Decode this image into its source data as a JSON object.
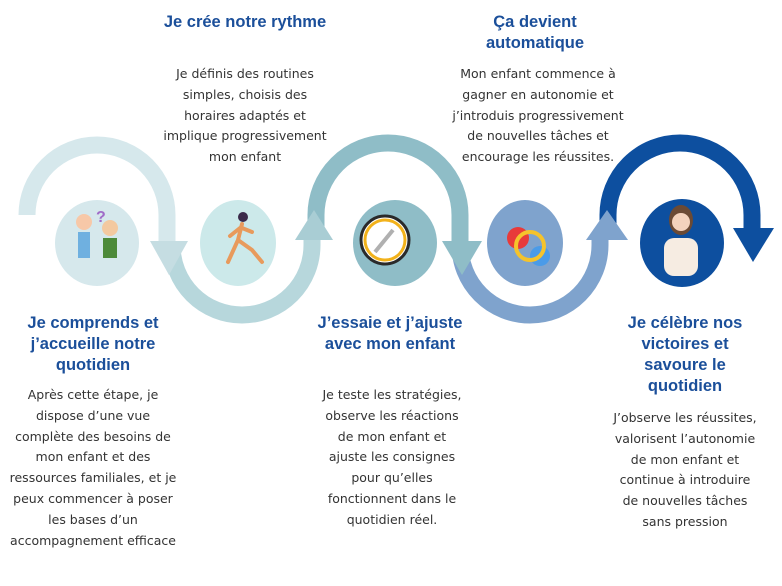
{
  "steps": [
    {
      "title": "Je comprends et j’accueille notre quotidien",
      "text": "Après cette étape, je dispose d’une vue complète des besoins de mon enfant et des ressources familiales, et je peux commencer à poser les bases d’un accompagnement efficace",
      "icon": "confused-people-icon",
      "color": "#d6e8ec"
    },
    {
      "title": "Je crée notre rythme",
      "text": "Je définis  des routines simples, choisis des horaires adaptés et implique progressivement mon enfant",
      "icon": "running-woman-icon",
      "color": "#b7d7dc"
    },
    {
      "title": "J’essaie et j’ajuste avec mon enfant",
      "text": "Je teste les stratégies, observe les réactions de mon enfant et ajuste les consignes pour qu’elles fonctionnent dans le quotidien réel.",
      "icon": "wrench-icon",
      "color": "#8fbdc7"
    },
    {
      "title": "Ça devient automatique",
      "text": "Mon enfant commence à gagner en autonomie et j’introduis progressivement de nouvelles tâches et encourage les réussites.",
      "icon": "gears-cycle-icon",
      "color": "#7fa3cd"
    },
    {
      "title": "Je célèbre nos victoires et savoure le quotidien",
      "text": "J’observe les réussites, valorisent l’autonomie de mon enfant et continue à introduire de nouvelles tâches sans pression",
      "icon": "calm-woman-icon",
      "color": "#0d4f9f"
    }
  ]
}
